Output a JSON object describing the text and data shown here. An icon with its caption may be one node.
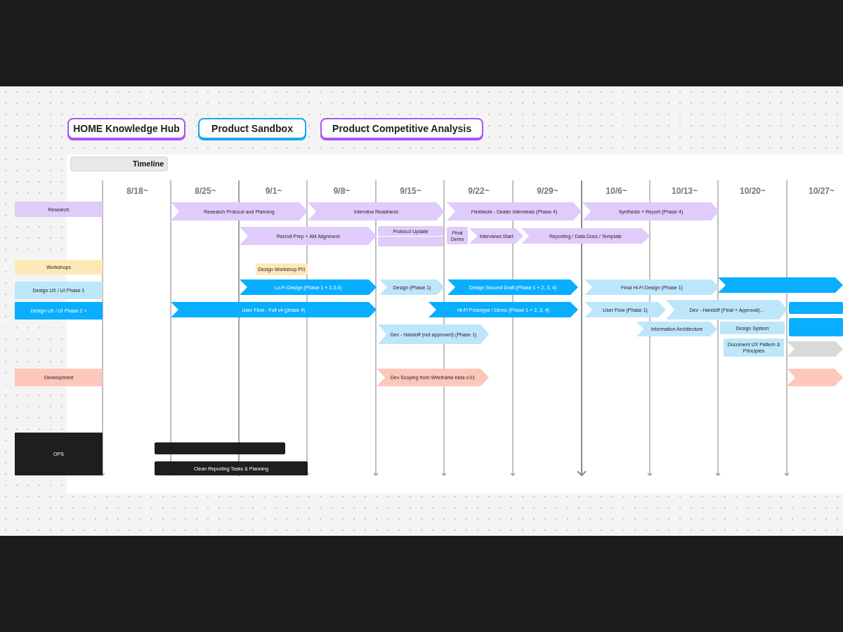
{
  "diagram": {
    "title": "Timeline",
    "nodes": [
      {
        "text": [
          "HOME Knowledge Hub"
        ]
      },
      {
        "text": [
          "Product Sandbox"
        ]
      },
      {
        "text": [
          "Product Competitive Analysis"
        ]
      },
      {
        "text": [
          "Research"
        ]
      },
      {
        "text": [
          "Workshops"
        ]
      },
      {
        "text": [
          "Design UX / UI Phase 1"
        ]
      },
      {
        "text": [
          "Design UX / UI Phase 2 +"
        ]
      },
      {
        "text": [
          "Development"
        ]
      },
      {
        "text": [
          "OPS"
        ]
      },
      {
        "text": [
          "Research Protocol and Planning"
        ]
      },
      {
        "text": [
          "Interview Readiness"
        ]
      },
      {
        "text": [
          "Fieldwork - Dealer Interviews (Phase 4)"
        ]
      },
      {
        "text": [
          "Synthesis + Report (Phase 4)"
        ]
      },
      {
        "text": [
          "Recruit Prep + AM Alignment"
        ]
      },
      {
        "text": [
          "Protocol Update"
        ]
      },
      {
        "text": [],
        "shape": "bar"
      },
      {
        "text": [
          "Final Demo"
        ]
      },
      {
        "text": [
          "Interviews Start"
        ]
      },
      {
        "text": [
          "Reporting / Data Docs / Template"
        ]
      },
      {
        "text": [
          "Design Workshop Pt1"
        ]
      },
      {
        "text": [
          "Lo-Fi Design (Phase 1 + 2,3,4)"
        ]
      },
      {
        "text": [
          "Design (Phase 1)"
        ]
      },
      {
        "text": [
          "Design Second Draft (Phase 1 + 2, 3, 4)"
        ]
      },
      {
        "text": [
          "Final Hi-Fi Design (Phase 1)"
        ]
      },
      {
        "text": [],
        "shape": "bar"
      },
      {
        "text": [
          "User Flow - Full v4 (phase 4)"
        ]
      },
      {
        "text": [
          "Hi-Fi Prototype / Demo (Phase 1 + 2, 3, 4)"
        ]
      },
      {
        "text": [
          "User Flow (Phase 1)"
        ]
      },
      {
        "text": [
          "Dev - Handoff (Final + Approval)..."
        ]
      },
      {
        "text": [],
        "shape": "bar"
      },
      {
        "text": [
          "Dev - Handoff (not approved) (Phase 1)"
        ]
      },
      {
        "text": [
          "Information Architecture"
        ]
      },
      {
        "text": [
          "Design System"
        ]
      },
      {
        "text": [],
        "shape": "bar"
      },
      {
        "text": [
          "Document UX Pattern & Principles"
        ]
      },
      {
        "text": [],
        "shape": "bar"
      },
      {
        "text": [
          "Dev Scoping from Wireframe beta v.01"
        ]
      },
      {
        "text": [],
        "shape": "bar"
      },
      {
        "text": [],
        "shape": "bar"
      },
      {
        "text": [
          "Clean Reporting Tasks & Planning"
        ]
      }
    ],
    "labels": [
      "8/18~",
      "8/25~",
      "9/1~",
      "9/8~",
      "9/15~",
      "9/22~",
      "9/29~",
      "10/6~",
      "10/13~",
      "10/20~",
      "10/27~"
    ]
  }
}
